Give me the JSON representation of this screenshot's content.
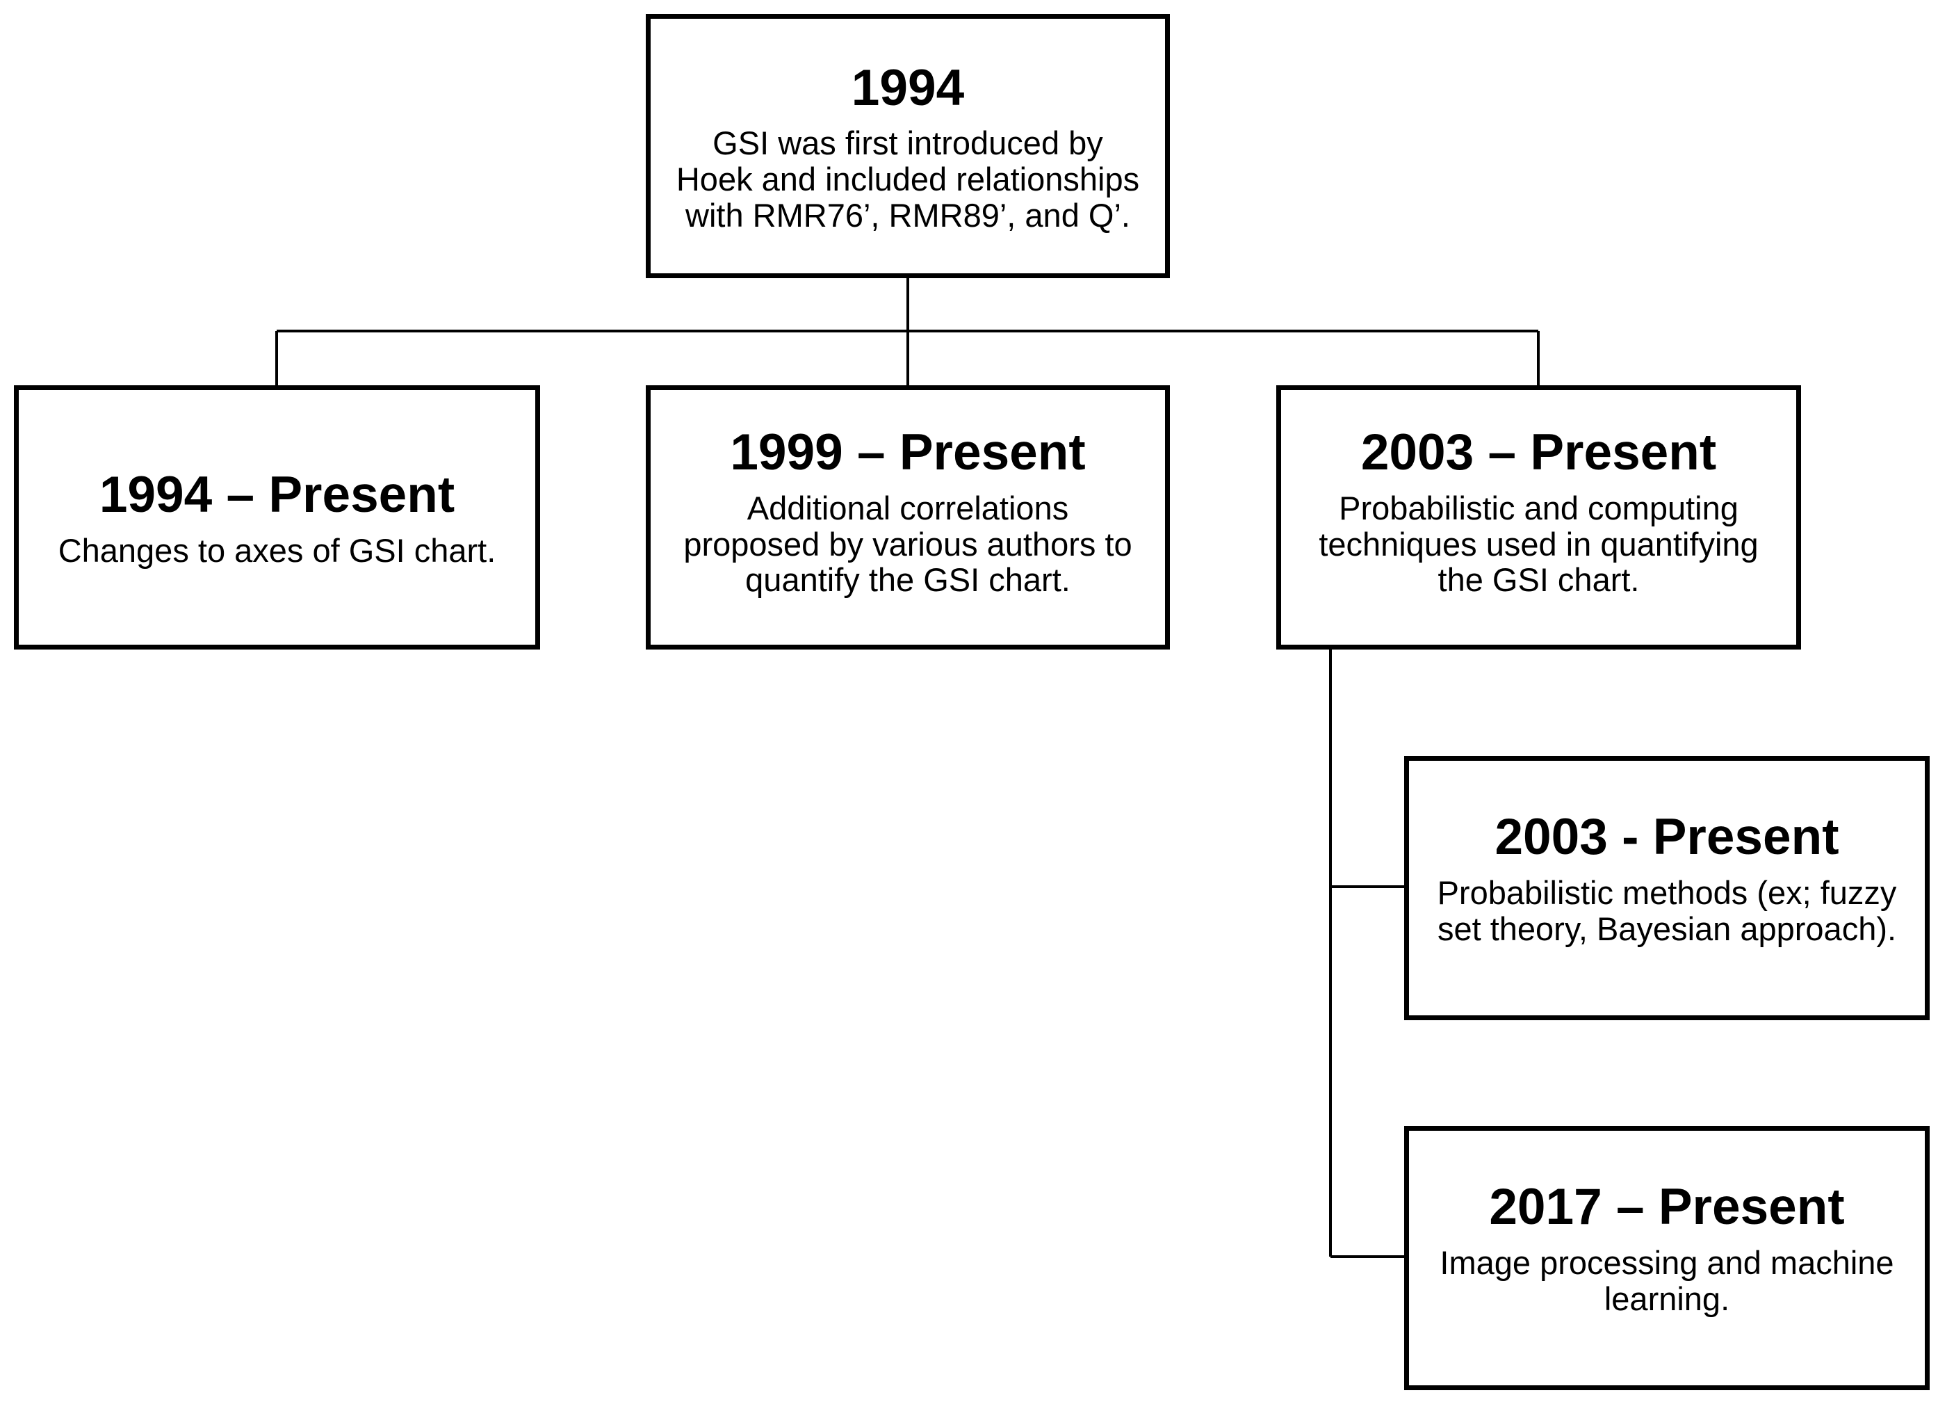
{
  "nodes": {
    "root": {
      "title": "1994",
      "lines": [
        "GSI was first introduced by",
        "Hoek and included relationships",
        "with RMR76’, RMR89’, and Q’."
      ]
    },
    "axes_changes": {
      "title": "1994 – Present",
      "lines": [
        "Changes to axes of GSI chart."
      ]
    },
    "correlations": {
      "title": "1999 – Present",
      "lines": [
        "Additional correlations",
        "proposed by various authors to",
        "quantify the GSI chart."
      ]
    },
    "probabilistic_computing": {
      "title": "2003 – Present",
      "lines": [
        "Probabilistic and computing",
        "techniques used in quantifying",
        "the GSI chart."
      ]
    },
    "probabilistic_methods": {
      "title": "2003 - Present",
      "lines": [
        "Probabilistic methods (ex; fuzzy",
        "set theory, Bayesian approach)."
      ]
    },
    "image_ml": {
      "title": "2017 – Present",
      "lines": [
        "Image processing and machine",
        "learning."
      ]
    }
  },
  "colors": {
    "stroke": "#000000",
    "background": "#ffffff"
  }
}
